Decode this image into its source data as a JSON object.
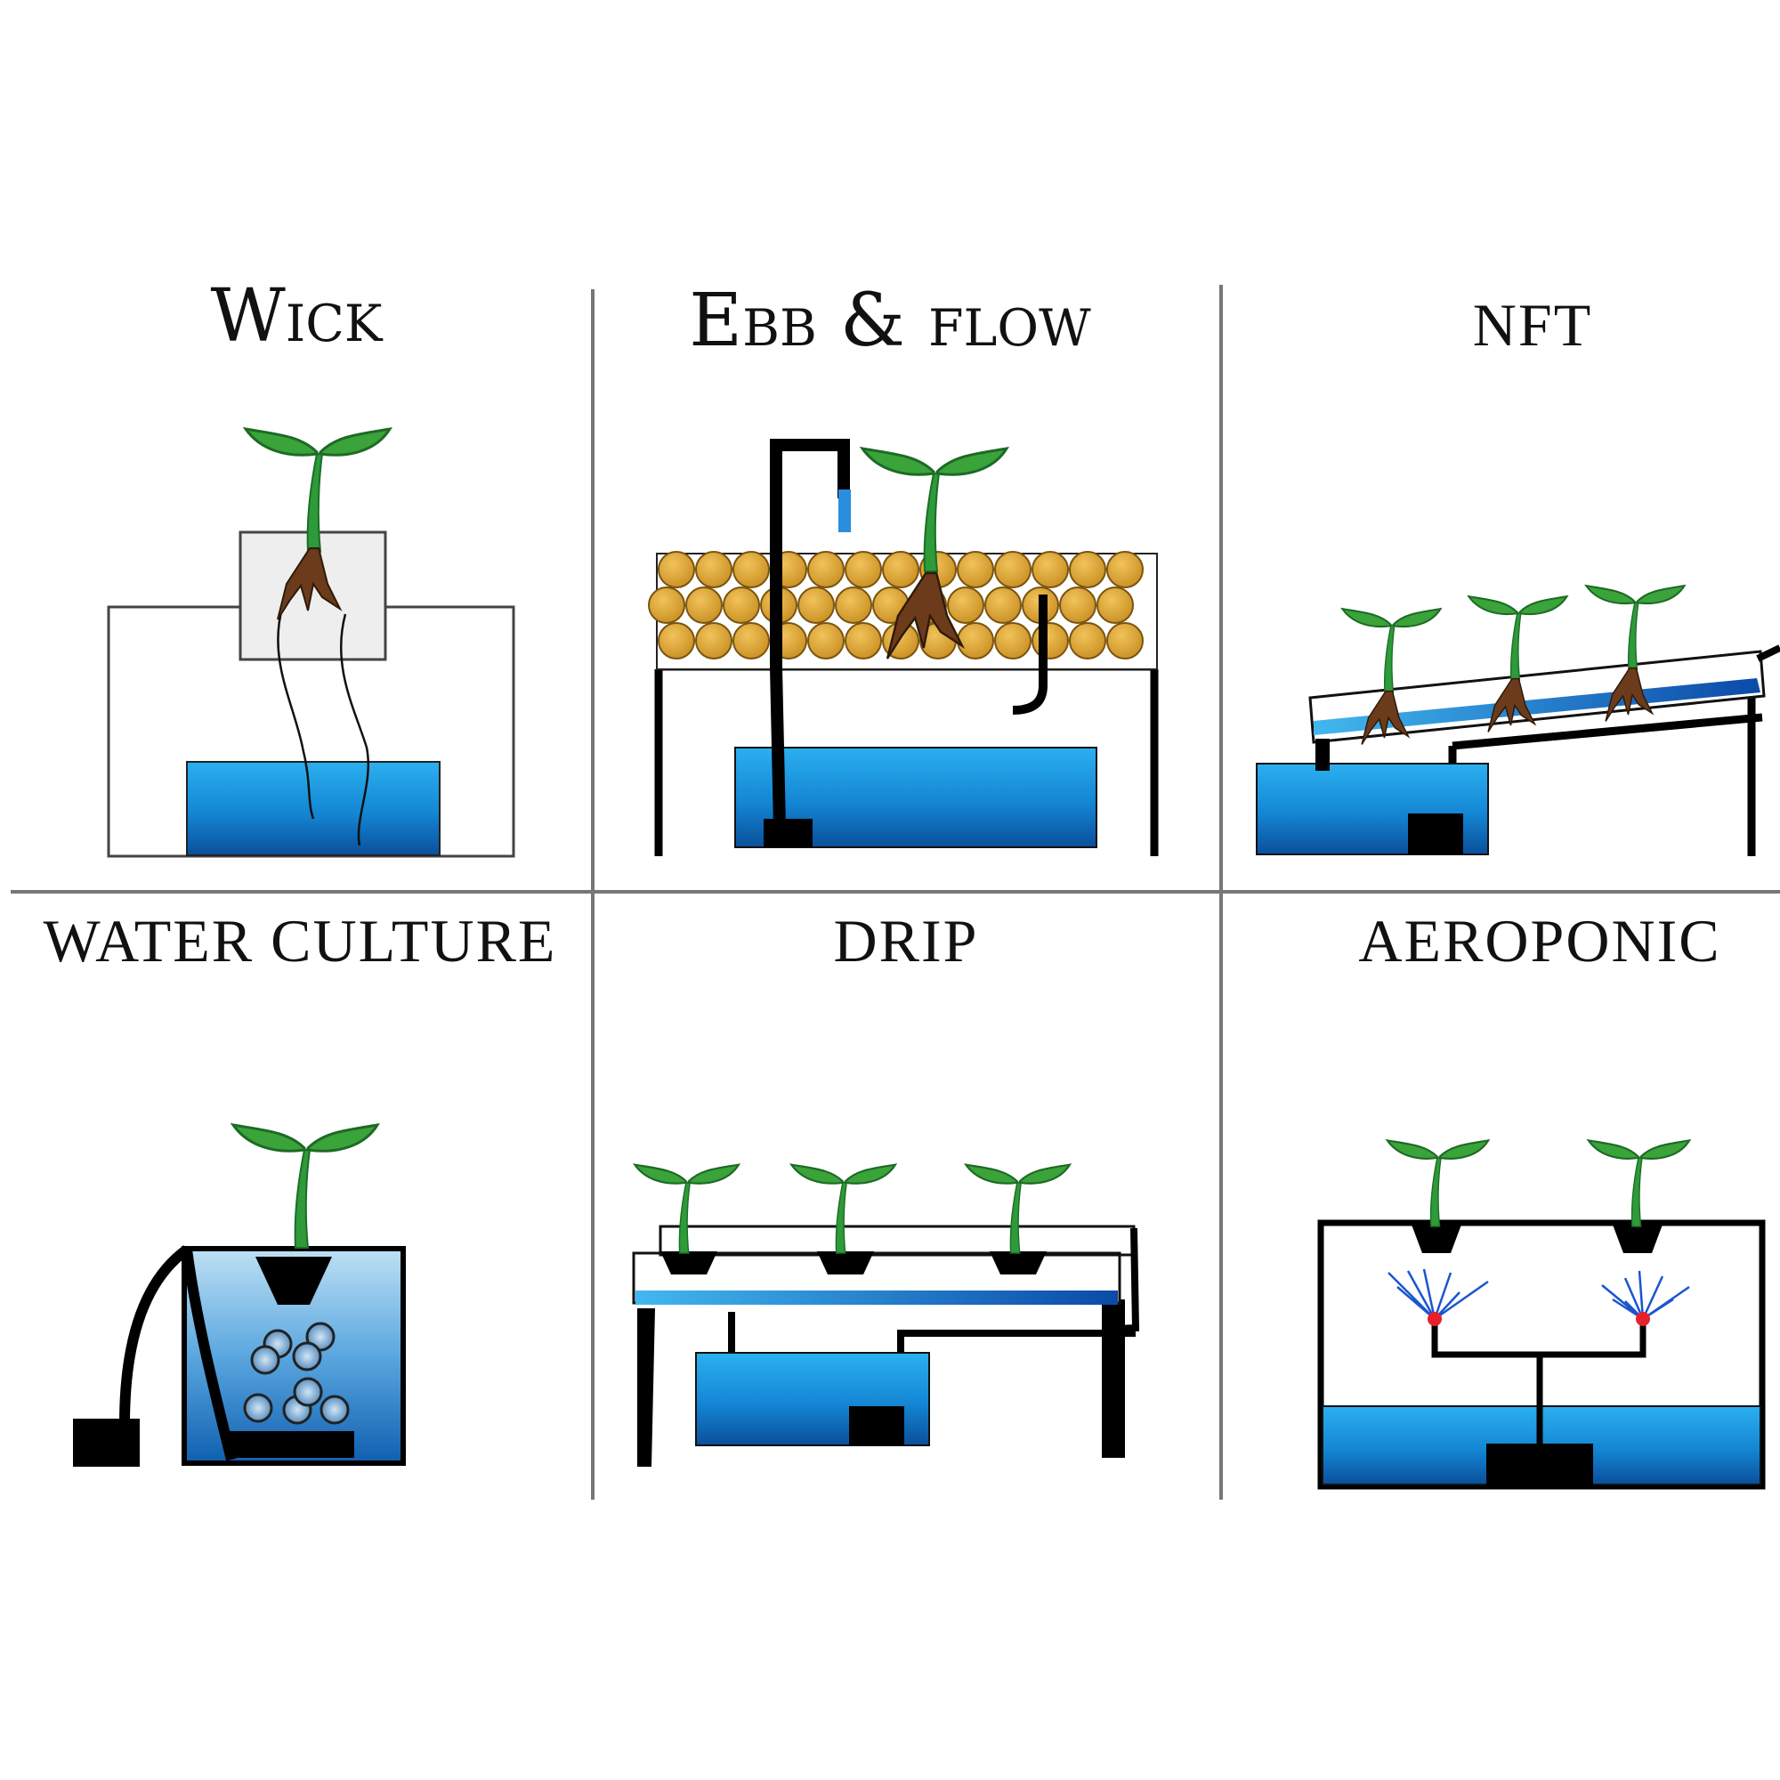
{
  "panels": {
    "wick": {
      "title": "Wick"
    },
    "ebb_flow": {
      "title": "Ebb & flow"
    },
    "nft": {
      "title": "NFT"
    },
    "water_culture": {
      "title": "WATER CULTURE"
    },
    "drip": {
      "title": "DRIP"
    },
    "aeroponic": {
      "title": "AEROPONIC"
    }
  },
  "colors": {
    "water_light": "#29a8e6",
    "water_dark": "#0a5fa8",
    "leaf": "#3aa33a",
    "stem": "#2e9a3a",
    "root": "#6b3b1c",
    "clay_pebble": "#d9a23a",
    "pipe": "#000000",
    "grid_line": "#777777",
    "mist_dot": "#e8202a",
    "spray": "#1a55d0"
  },
  "icons": [
    "seedling-icon",
    "pump-icon",
    "reservoir-icon",
    "wick-icon",
    "clay-pebbles-icon",
    "mist-nozzle-icon"
  ]
}
